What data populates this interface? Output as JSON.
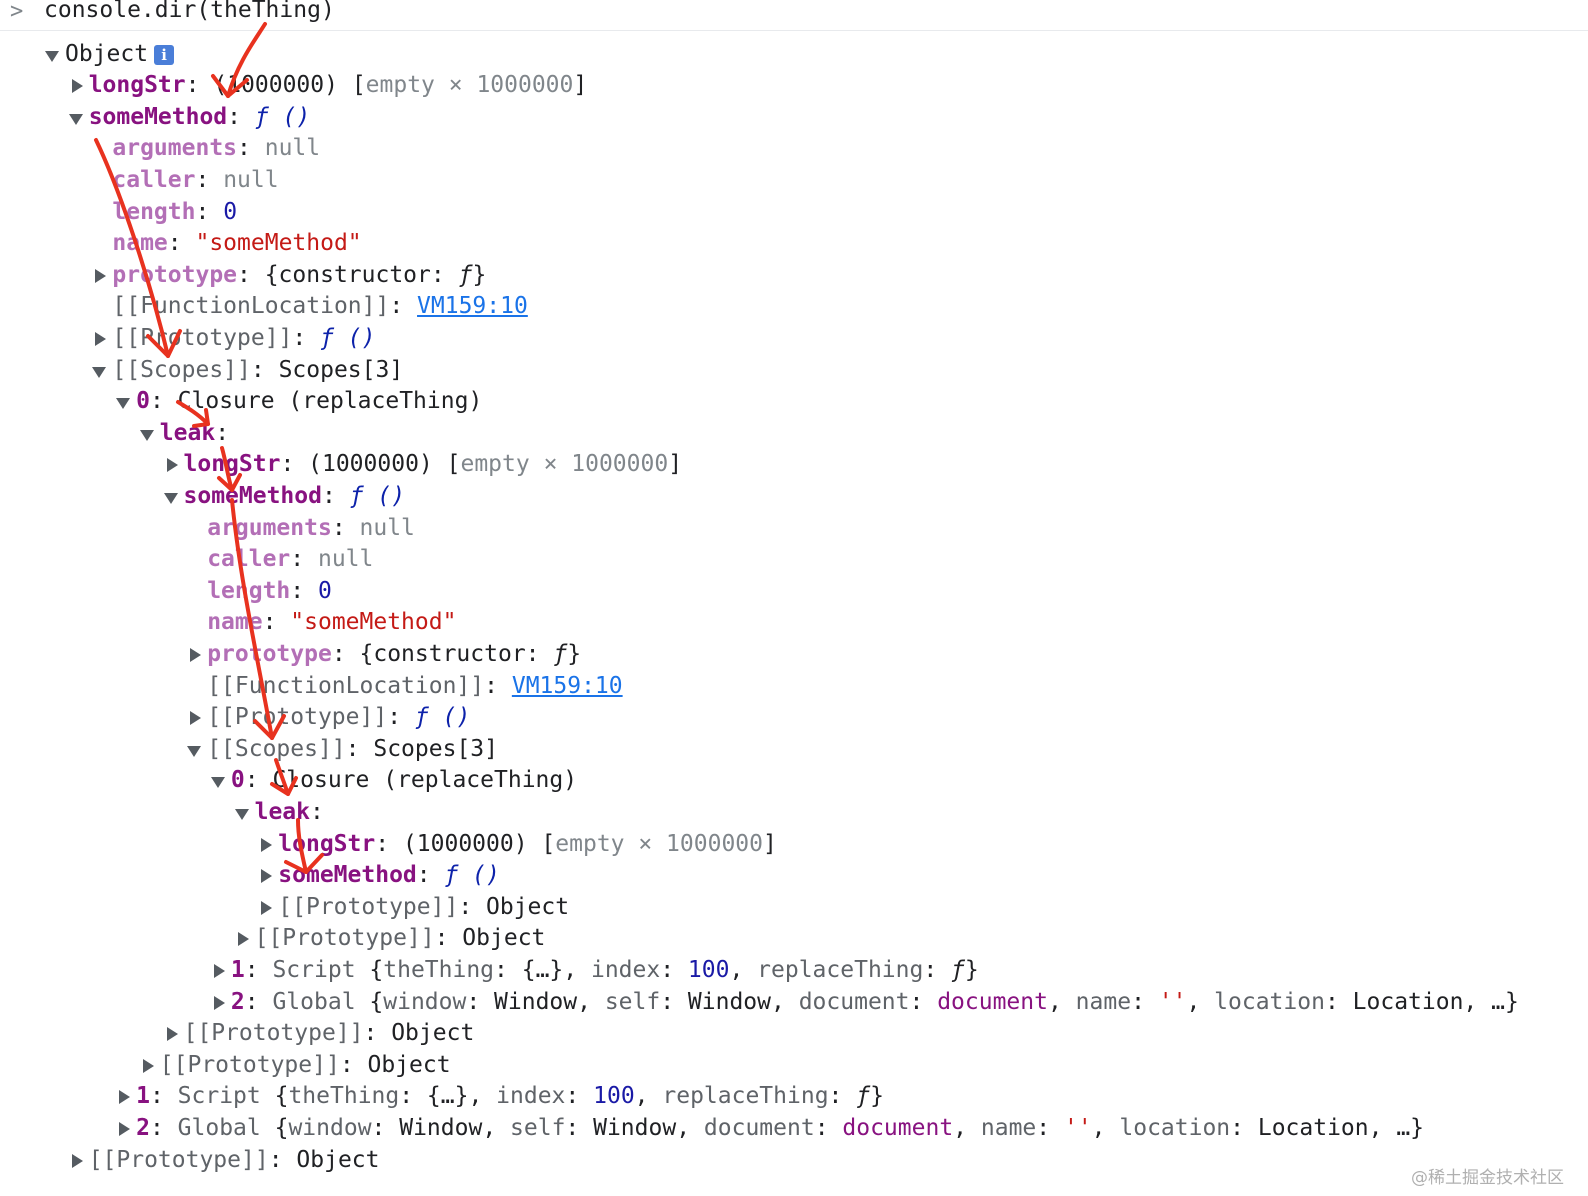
{
  "prompt": {
    "command": "console.dir(theThing)"
  },
  "tree": [
    {
      "d": 0,
      "tog": "down",
      "segs": [
        [
          "p",
          "Object"
        ]
      ],
      "badge": "i"
    },
    {
      "d": 1,
      "tog": "right",
      "segs": [
        [
          "k",
          "longStr"
        ],
        [
          "p",
          ": "
        ],
        [
          "p",
          "(1000000) "
        ],
        [
          "p",
          "["
        ],
        [
          "g",
          "empty × 1000000"
        ],
        [
          "p",
          "]"
        ]
      ]
    },
    {
      "d": 1,
      "tog": "down",
      "segs": [
        [
          "k",
          "someMethod"
        ],
        [
          "p",
          ": "
        ],
        [
          "f",
          "ƒ ()"
        ]
      ]
    },
    {
      "d": 2,
      "segs": [
        [
          "kd",
          "arguments"
        ],
        [
          "p",
          ": "
        ],
        [
          "g",
          "null"
        ]
      ]
    },
    {
      "d": 2,
      "segs": [
        [
          "kd",
          "caller"
        ],
        [
          "p",
          ": "
        ],
        [
          "g",
          "null"
        ]
      ]
    },
    {
      "d": 2,
      "segs": [
        [
          "kd",
          "length"
        ],
        [
          "p",
          ": "
        ],
        [
          "n",
          "0"
        ]
      ]
    },
    {
      "d": 2,
      "segs": [
        [
          "kd",
          "name"
        ],
        [
          "p",
          ": "
        ],
        [
          "s",
          "\"someMethod\""
        ]
      ]
    },
    {
      "d": 2,
      "tog": "right",
      "segs": [
        [
          "kd",
          "prototype"
        ],
        [
          "p",
          ": {constructor: "
        ],
        [
          "fb",
          "ƒ"
        ],
        [
          "p",
          "}"
        ]
      ]
    },
    {
      "d": 2,
      "segs": [
        [
          "i",
          "[[FunctionLocation]]"
        ],
        [
          "p",
          ": "
        ],
        [
          "lnk",
          "VM159:10"
        ]
      ]
    },
    {
      "d": 2,
      "tog": "right",
      "segs": [
        [
          "i",
          "[[Prototype]]"
        ],
        [
          "p",
          ": "
        ],
        [
          "f",
          "ƒ ()"
        ]
      ]
    },
    {
      "d": 2,
      "tog": "down",
      "segs": [
        [
          "i",
          "[[Scopes]]"
        ],
        [
          "p",
          ": Scopes[3]"
        ]
      ]
    },
    {
      "d": 3,
      "tog": "down",
      "segs": [
        [
          "k",
          "0"
        ],
        [
          "p",
          ": Closure (replaceThing)"
        ]
      ]
    },
    {
      "d": 4,
      "tog": "down",
      "segs": [
        [
          "k",
          "leak"
        ],
        [
          "p",
          ":"
        ]
      ]
    },
    {
      "d": 5,
      "tog": "right",
      "segs": [
        [
          "k",
          "longStr"
        ],
        [
          "p",
          ": "
        ],
        [
          "p",
          "(1000000) "
        ],
        [
          "p",
          "["
        ],
        [
          "g",
          "empty × 1000000"
        ],
        [
          "p",
          "]"
        ]
      ]
    },
    {
      "d": 5,
      "tog": "down",
      "segs": [
        [
          "k",
          "someMethod"
        ],
        [
          "p",
          ": "
        ],
        [
          "f",
          "ƒ ()"
        ]
      ]
    },
    {
      "d": 6,
      "segs": [
        [
          "kd",
          "arguments"
        ],
        [
          "p",
          ": "
        ],
        [
          "g",
          "null"
        ]
      ]
    },
    {
      "d": 6,
      "segs": [
        [
          "kd",
          "caller"
        ],
        [
          "p",
          ": "
        ],
        [
          "g",
          "null"
        ]
      ]
    },
    {
      "d": 6,
      "segs": [
        [
          "kd",
          "length"
        ],
        [
          "p",
          ": "
        ],
        [
          "n",
          "0"
        ]
      ]
    },
    {
      "d": 6,
      "segs": [
        [
          "kd",
          "name"
        ],
        [
          "p",
          ": "
        ],
        [
          "s",
          "\"someMethod\""
        ]
      ]
    },
    {
      "d": 6,
      "tog": "right",
      "segs": [
        [
          "kd",
          "prototype"
        ],
        [
          "p",
          ": {constructor: "
        ],
        [
          "fb",
          "ƒ"
        ],
        [
          "p",
          "}"
        ]
      ]
    },
    {
      "d": 6,
      "segs": [
        [
          "i",
          "[[FunctionLocation]]"
        ],
        [
          "p",
          ": "
        ],
        [
          "lnk",
          "VM159:10"
        ]
      ]
    },
    {
      "d": 6,
      "tog": "right",
      "segs": [
        [
          "i",
          "[[Prototype]]"
        ],
        [
          "p",
          ": "
        ],
        [
          "f",
          "ƒ ()"
        ]
      ]
    },
    {
      "d": 6,
      "tog": "down",
      "segs": [
        [
          "i",
          "[[Scopes]]"
        ],
        [
          "p",
          ": Scopes[3]"
        ]
      ]
    },
    {
      "d": 7,
      "tog": "down",
      "segs": [
        [
          "k",
          "0"
        ],
        [
          "p",
          ": Closure (replaceThing)"
        ]
      ]
    },
    {
      "d": 8,
      "tog": "down",
      "segs": [
        [
          "k",
          "leak"
        ],
        [
          "p",
          ":"
        ]
      ]
    },
    {
      "d": 9,
      "tog": "right",
      "segs": [
        [
          "k",
          "longStr"
        ],
        [
          "p",
          ": "
        ],
        [
          "p",
          "(1000000) "
        ],
        [
          "p",
          "["
        ],
        [
          "g",
          "empty × 1000000"
        ],
        [
          "p",
          "]"
        ]
      ]
    },
    {
      "d": 9,
      "tog": "right",
      "segs": [
        [
          "k",
          "someMethod"
        ],
        [
          "p",
          ": "
        ],
        [
          "f",
          "ƒ ()"
        ]
      ]
    },
    {
      "d": 9,
      "tog": "right",
      "segs": [
        [
          "i",
          "[[Prototype]]"
        ],
        [
          "p",
          ": Object"
        ]
      ]
    },
    {
      "d": 8,
      "tog": "right",
      "segs": [
        [
          "i",
          "[[Prototype]]"
        ],
        [
          "p",
          ": Object"
        ]
      ]
    },
    {
      "d": 7,
      "tog": "right",
      "segs": [
        [
          "k",
          "1"
        ],
        [
          "p",
          ": "
        ],
        [
          "i",
          "Script "
        ],
        [
          "p",
          "{"
        ],
        [
          "i",
          "theThing"
        ],
        [
          "p",
          ": {…}, "
        ],
        [
          "i",
          "index"
        ],
        [
          "p",
          ": "
        ],
        [
          "n",
          "100"
        ],
        [
          "p",
          ", "
        ],
        [
          "i",
          "replaceThing"
        ],
        [
          "p",
          ": "
        ],
        [
          "fb",
          "ƒ"
        ],
        [
          "p",
          "}"
        ]
      ]
    },
    {
      "d": 7,
      "tog": "right",
      "segs": [
        [
          "k",
          "2"
        ],
        [
          "p",
          ": "
        ],
        [
          "i",
          "Global "
        ],
        [
          "p",
          "{"
        ],
        [
          "i",
          "window"
        ],
        [
          "p",
          ": Window, "
        ],
        [
          "i",
          "self"
        ],
        [
          "p",
          ": Window, "
        ],
        [
          "i",
          "document"
        ],
        [
          "p",
          ": "
        ],
        [
          "m",
          "document"
        ],
        [
          "p",
          ", "
        ],
        [
          "i",
          "name"
        ],
        [
          "p",
          ": "
        ],
        [
          "s",
          "''"
        ],
        [
          "p",
          ", "
        ],
        [
          "i",
          "location"
        ],
        [
          "p",
          ": Location, …}"
        ]
      ]
    },
    {
      "d": 5,
      "tog": "right",
      "segs": [
        [
          "i",
          "[[Prototype]]"
        ],
        [
          "p",
          ": Object"
        ]
      ]
    },
    {
      "d": 4,
      "tog": "right",
      "segs": [
        [
          "i",
          "[[Prototype]]"
        ],
        [
          "p",
          ": Object"
        ]
      ]
    },
    {
      "d": 3,
      "tog": "right",
      "segs": [
        [
          "k",
          "1"
        ],
        [
          "p",
          ": "
        ],
        [
          "i",
          "Script "
        ],
        [
          "p",
          "{"
        ],
        [
          "i",
          "theThing"
        ],
        [
          "p",
          ": {…}, "
        ],
        [
          "i",
          "index"
        ],
        [
          "p",
          ": "
        ],
        [
          "n",
          "100"
        ],
        [
          "p",
          ", "
        ],
        [
          "i",
          "replaceThing"
        ],
        [
          "p",
          ": "
        ],
        [
          "fb",
          "ƒ"
        ],
        [
          "p",
          "}"
        ]
      ]
    },
    {
      "d": 3,
      "tog": "right",
      "segs": [
        [
          "k",
          "2"
        ],
        [
          "p",
          ": "
        ],
        [
          "i",
          "Global "
        ],
        [
          "p",
          "{"
        ],
        [
          "i",
          "window"
        ],
        [
          "p",
          ": Window, "
        ],
        [
          "i",
          "self"
        ],
        [
          "p",
          ": Window, "
        ],
        [
          "i",
          "document"
        ],
        [
          "p",
          ": "
        ],
        [
          "m",
          "document"
        ],
        [
          "p",
          ", "
        ],
        [
          "i",
          "name"
        ],
        [
          "p",
          ": "
        ],
        [
          "s",
          "''"
        ],
        [
          "p",
          ", "
        ],
        [
          "i",
          "location"
        ],
        [
          "p",
          ": Location, …}"
        ]
      ]
    },
    {
      "d": 1,
      "tog": "right",
      "segs": [
        [
          "i",
          "[[Prototype]]"
        ],
        [
          "p",
          ": Object"
        ]
      ]
    }
  ],
  "annotation": {
    "color": "#e8321f"
  },
  "watermark": "@稀土掘金技术社区"
}
